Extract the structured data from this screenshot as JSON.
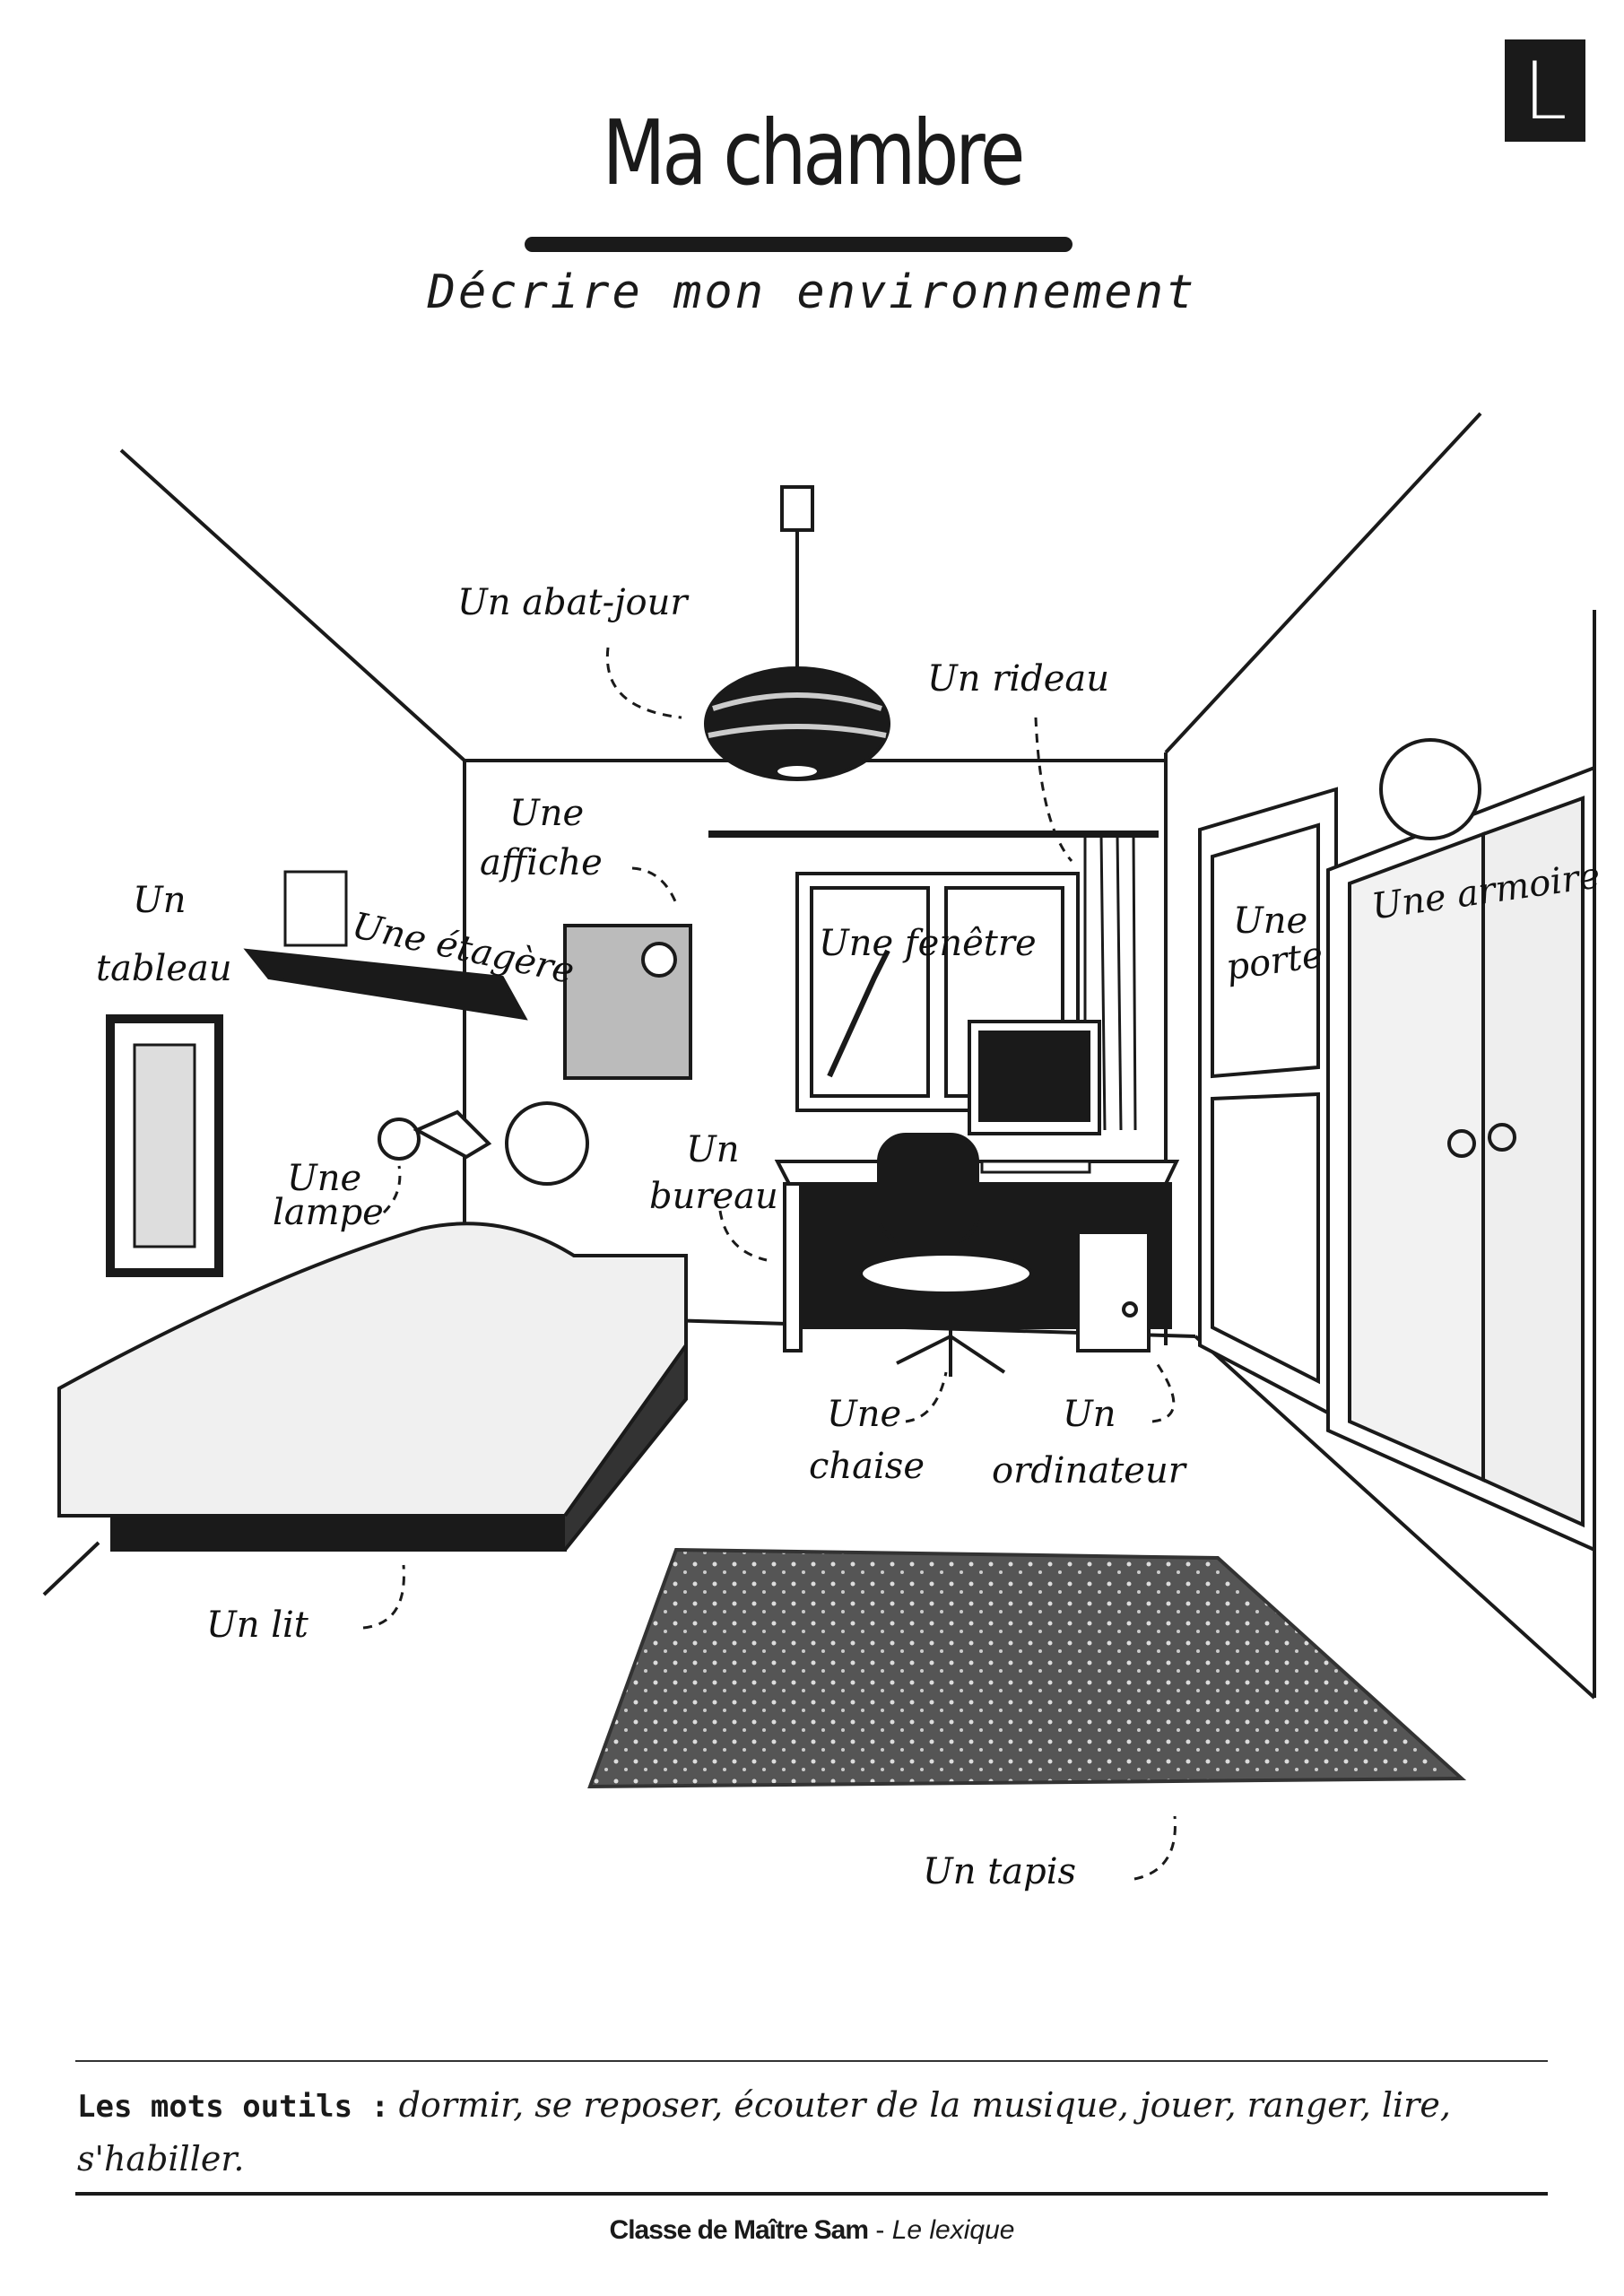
{
  "header": {
    "title": "Ma chambre",
    "subtitle": "Décrire mon environnement",
    "badge": "L"
  },
  "labels": {
    "abat_jour": "Un abat-jour",
    "rideau": "Un rideau",
    "affiche_1": "Une",
    "affiche_2": "affiche",
    "tableau_1": "Un",
    "tableau_2": "tableau",
    "etagere": "Une étagère",
    "fenetre": "Une fenêtre",
    "porte_1": "Une",
    "porte_2": "porte",
    "armoire": "Une armoire",
    "lampe_1": "Une",
    "lampe_2": "lampe",
    "bureau_1": "Un",
    "bureau_2": "bureau",
    "chaise_1": "Une",
    "chaise_2": "chaise",
    "ordinateur_1": "Un",
    "ordinateur_2": "ordinateur",
    "lit": "Un lit",
    "tapis": "Un tapis"
  },
  "tools": {
    "label": "Les mots outils :",
    "words": "dormir, se reposer, écouter de la musique, jouer, ranger, lire, s'habiller."
  },
  "footer": {
    "brand": "Classe de Maître Sam",
    "separator": " - ",
    "section": "Le lexique"
  }
}
